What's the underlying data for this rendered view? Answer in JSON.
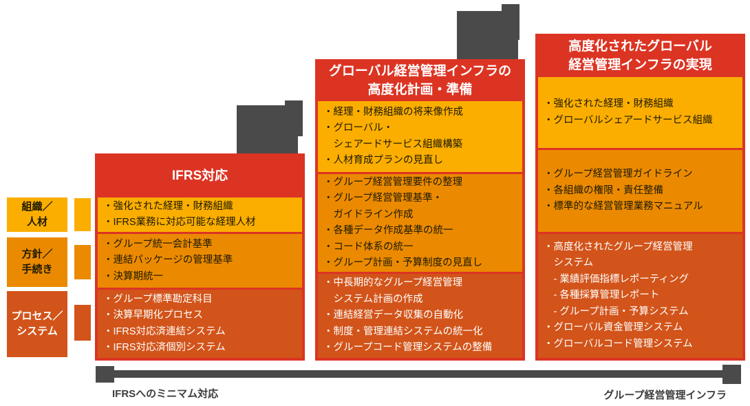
{
  "diagram": {
    "type": "staircase-roadmap",
    "colors": {
      "header_red": "#DC3423",
      "tier_yellow": "#FBAE00",
      "tier_orange": "#EB8A00",
      "tier_dark_orange": "#D2541A",
      "step_gray": "#4A4A4A",
      "text_dark": "#1F1A00",
      "text_white": "#FFFFFF"
    },
    "row_labels": [
      {
        "id": "organization-personnel",
        "lines": [
          "組織／",
          "人材"
        ]
      },
      {
        "id": "policy-procedure",
        "lines": [
          "方針／",
          "手続き"
        ]
      },
      {
        "id": "process-system",
        "lines": [
          "プロセス／",
          "システム"
        ]
      }
    ],
    "columns": [
      {
        "id": "ifrs",
        "title_lines": [
          "IFRS対応"
        ],
        "sections": [
          {
            "tier": "organization-personnel",
            "lines": [
              "・強化された経理・財務組織",
              "・IFRS業務に対応可能な経理人材"
            ]
          },
          {
            "tier": "policy-procedure",
            "lines": [
              "・グループ統一会計基準",
              "・連結パッケージの管理基準",
              "・決算期統一"
            ]
          },
          {
            "tier": "process-system",
            "lines": [
              "・グループ標準勘定科目",
              "・決算早期化プロセス",
              "・IFRS対応済連結システム",
              "・IFRS対応済個別システム"
            ]
          }
        ]
      },
      {
        "id": "plan-preparation",
        "title_lines": [
          "グローバル経営管理インフラの",
          "高度化計画・準備"
        ],
        "sections": [
          {
            "tier": "organization-personnel",
            "lines": [
              "・経理・財務組織の将来像作成",
              "・グローバル・",
              "　シェアードサービス組織構築",
              "・人材育成プランの見直し"
            ]
          },
          {
            "tier": "policy-procedure",
            "lines": [
              "・グループ経営管理要件の整理",
              "・グループ経営管理基準・",
              "　ガイドライン作成",
              "・各種データ作成基準の統一",
              "・コード体系の統一",
              "・グループ計画・予算制度の見直し"
            ]
          },
          {
            "tier": "process-system",
            "lines": [
              "・中長期的なグループ経営管理",
              "　システム計画の作成",
              "・連結経営データ収集の自動化",
              "・制度・管理連結システムの統一化",
              "・グループコード管理システムの整備"
            ]
          }
        ]
      },
      {
        "id": "realization",
        "title_lines": [
          "高度化されたグローバル",
          "経営管理インフラの実現"
        ],
        "sections": [
          {
            "tier": "organization-personnel",
            "lines": [
              "・強化された経理・財務組織",
              "・グローバルシェアードサービス組織"
            ]
          },
          {
            "tier": "policy-procedure",
            "lines": [
              "・グループ経営管理ガイドライン",
              "・各組織の権限・責任整備",
              "・標準的な経営管理業務マニュアル"
            ]
          },
          {
            "tier": "process-system",
            "lines": [
              "・高度化されたグループ経営管理",
              "　システム",
              "　- 業績評価指標レポーティング",
              "　- 各種採算管理レポート",
              "　- グループ計画・予算システム",
              "・グローバル資金管理システム",
              "・グローバルコード管理システム"
            ]
          }
        ]
      }
    ],
    "axis": {
      "left_label": "IFRSへのミニマム対応",
      "right_label": "グループ経営管理インフラ"
    }
  }
}
